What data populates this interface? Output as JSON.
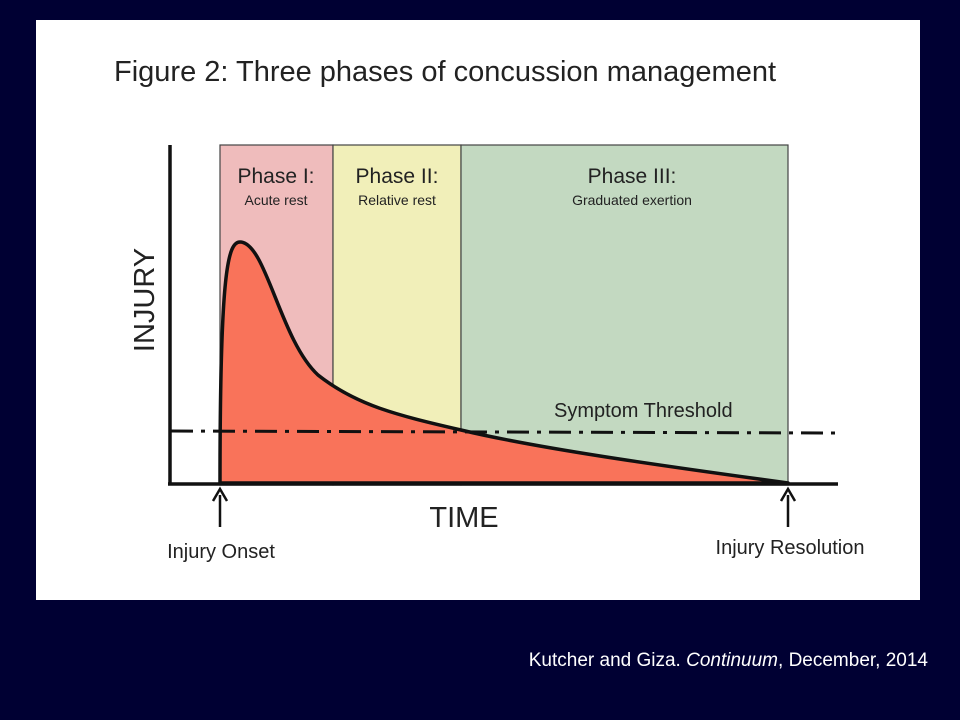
{
  "title": "Figure 2: Three phases of concussion management",
  "phases": [
    {
      "name": "Phase I:",
      "subtitle": "Acute rest",
      "color": "#efbcbc"
    },
    {
      "name": "Phase II:",
      "subtitle": "Relative rest",
      "color": "#f1efb9"
    },
    {
      "name": "Phase III:",
      "subtitle": "Graduated exertion",
      "color": "#c3d9c1"
    }
  ],
  "axes": {
    "y_label": "INJURY",
    "x_label": "TIME"
  },
  "threshold_label": "Symptom Threshold",
  "markers": {
    "onset": "Injury Onset",
    "resolution": "Injury Resolution"
  },
  "curve_color": "#f9735a",
  "citation": {
    "authors": "Kutcher and Giza. ",
    "journal": "Continuum",
    "date": ", December, 2014"
  },
  "colors": {
    "background": "#000033",
    "panel": "#ffffff",
    "ink": "#111111"
  }
}
